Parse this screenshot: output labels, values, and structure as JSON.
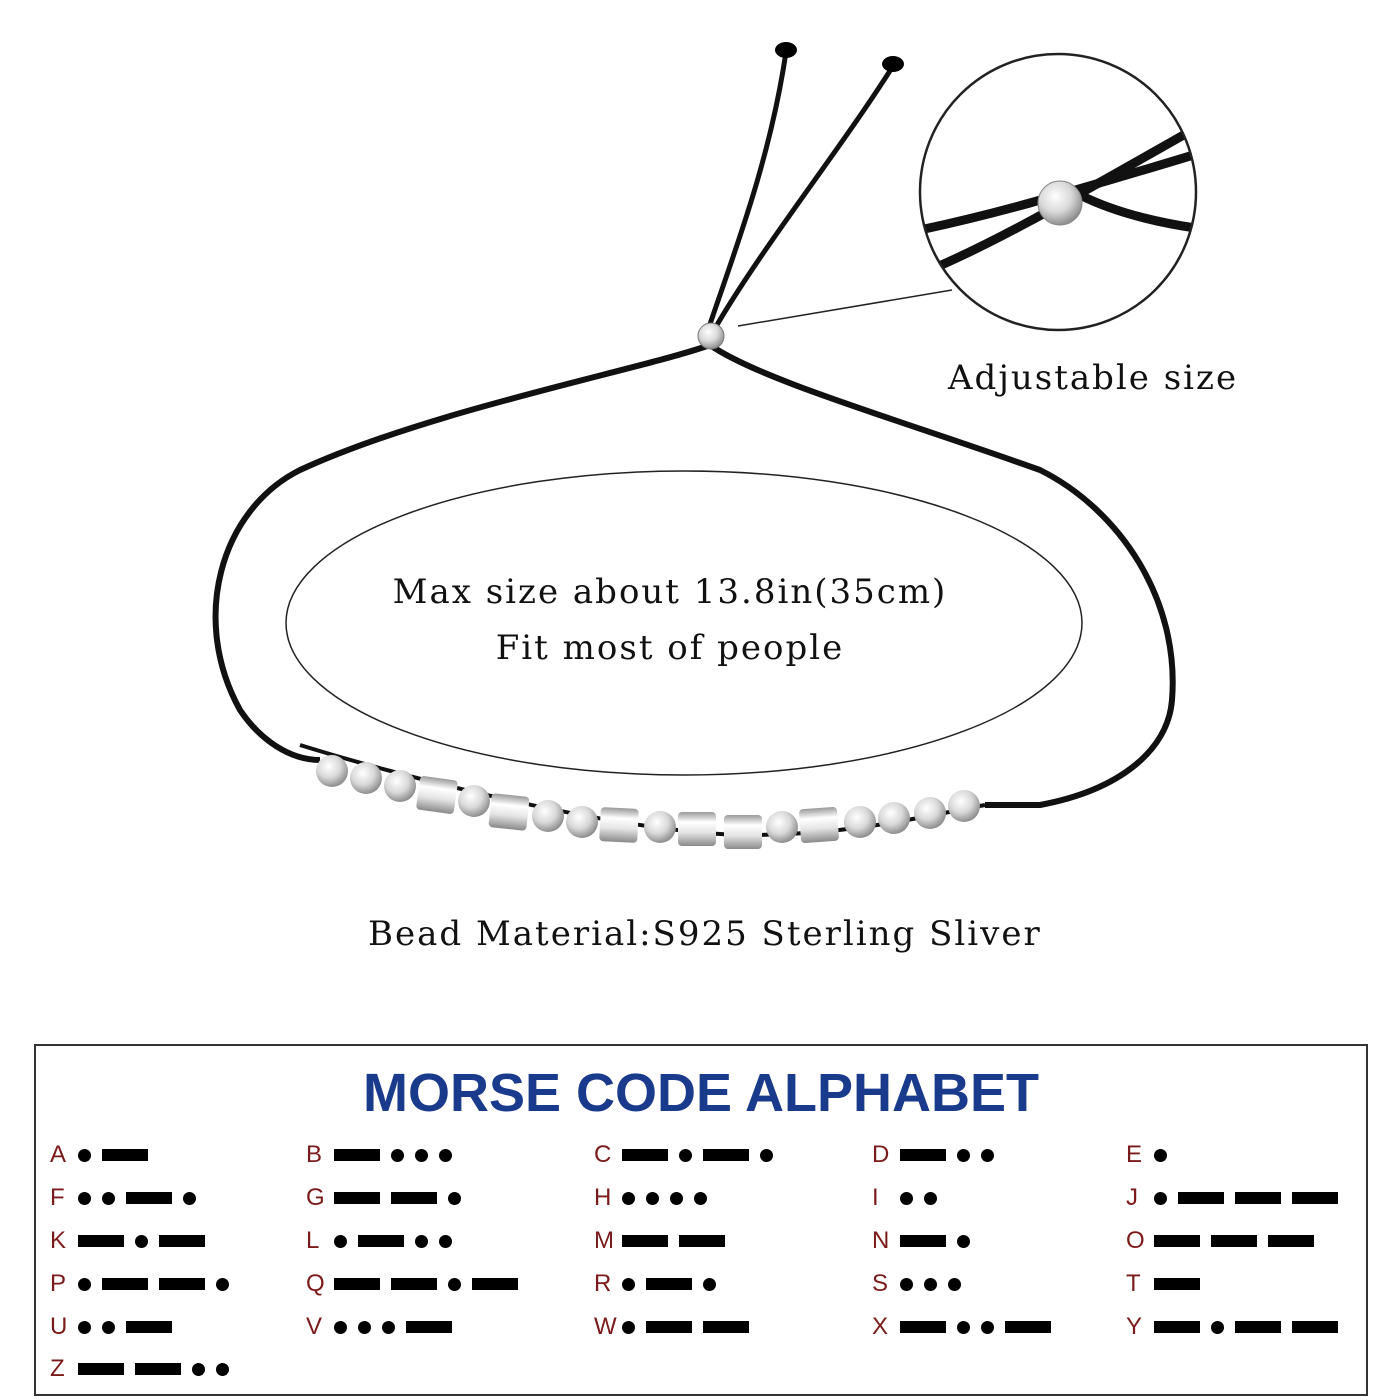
{
  "captions": {
    "adjustable": "Adjustable size",
    "max_size": "Max size about 13.8in(35cm)",
    "fit": "Fit most of people",
    "bead_material": "Bead Material:S925 Sterling Sliver"
  },
  "morse": {
    "title": "MORSE CODE ALPHABET",
    "title_color": "#1a3a8c",
    "letter_color": "#7a1a1a",
    "entries": [
      {
        "letter": "A",
        "code": ".-"
      },
      {
        "letter": "B",
        "code": "-..."
      },
      {
        "letter": "C",
        "code": "-.-."
      },
      {
        "letter": "D",
        "code": "-.."
      },
      {
        "letter": "E",
        "code": "."
      },
      {
        "letter": "F",
        "code": "..-."
      },
      {
        "letter": "G",
        "code": "--."
      },
      {
        "letter": "H",
        "code": "...."
      },
      {
        "letter": "I",
        "code": ".."
      },
      {
        "letter": "J",
        "code": ".---"
      },
      {
        "letter": "K",
        "code": "-.-"
      },
      {
        "letter": "L",
        "code": ".-.."
      },
      {
        "letter": "M",
        "code": "--"
      },
      {
        "letter": "N",
        "code": "-."
      },
      {
        "letter": "O",
        "code": "---"
      },
      {
        "letter": "P",
        "code": ".--."
      },
      {
        "letter": "Q",
        "code": "--.-"
      },
      {
        "letter": "R",
        "code": ".-."
      },
      {
        "letter": "S",
        "code": "..."
      },
      {
        "letter": "T",
        "code": "-"
      },
      {
        "letter": "U",
        "code": "..-"
      },
      {
        "letter": "V",
        "code": "...-"
      },
      {
        "letter": "W",
        "code": ".--"
      },
      {
        "letter": "X",
        "code": "-..-"
      },
      {
        "letter": "Y",
        "code": "-.--"
      },
      {
        "letter": "Z",
        "code": "--.."
      }
    ]
  }
}
